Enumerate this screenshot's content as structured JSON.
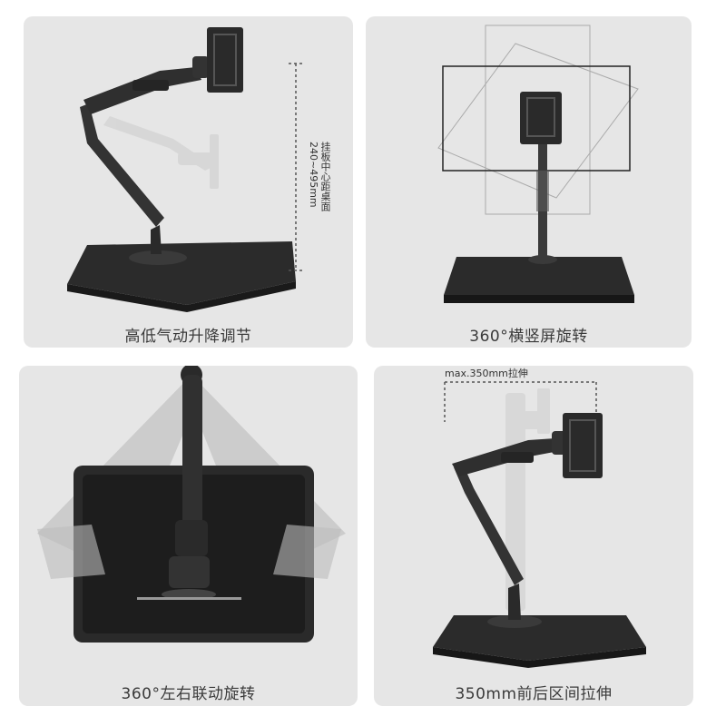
{
  "panels": [
    {
      "caption": "高低气动升降调节",
      "height_label_line1": "挂板中心距桌面",
      "height_label_line2": "240~495mm"
    },
    {
      "caption": "360°横竖屏旋转"
    },
    {
      "caption": "360°左右联动旋转"
    },
    {
      "caption": "350mm前后区间拉伸",
      "extend_label": "max.350mm拉伸"
    }
  ]
}
